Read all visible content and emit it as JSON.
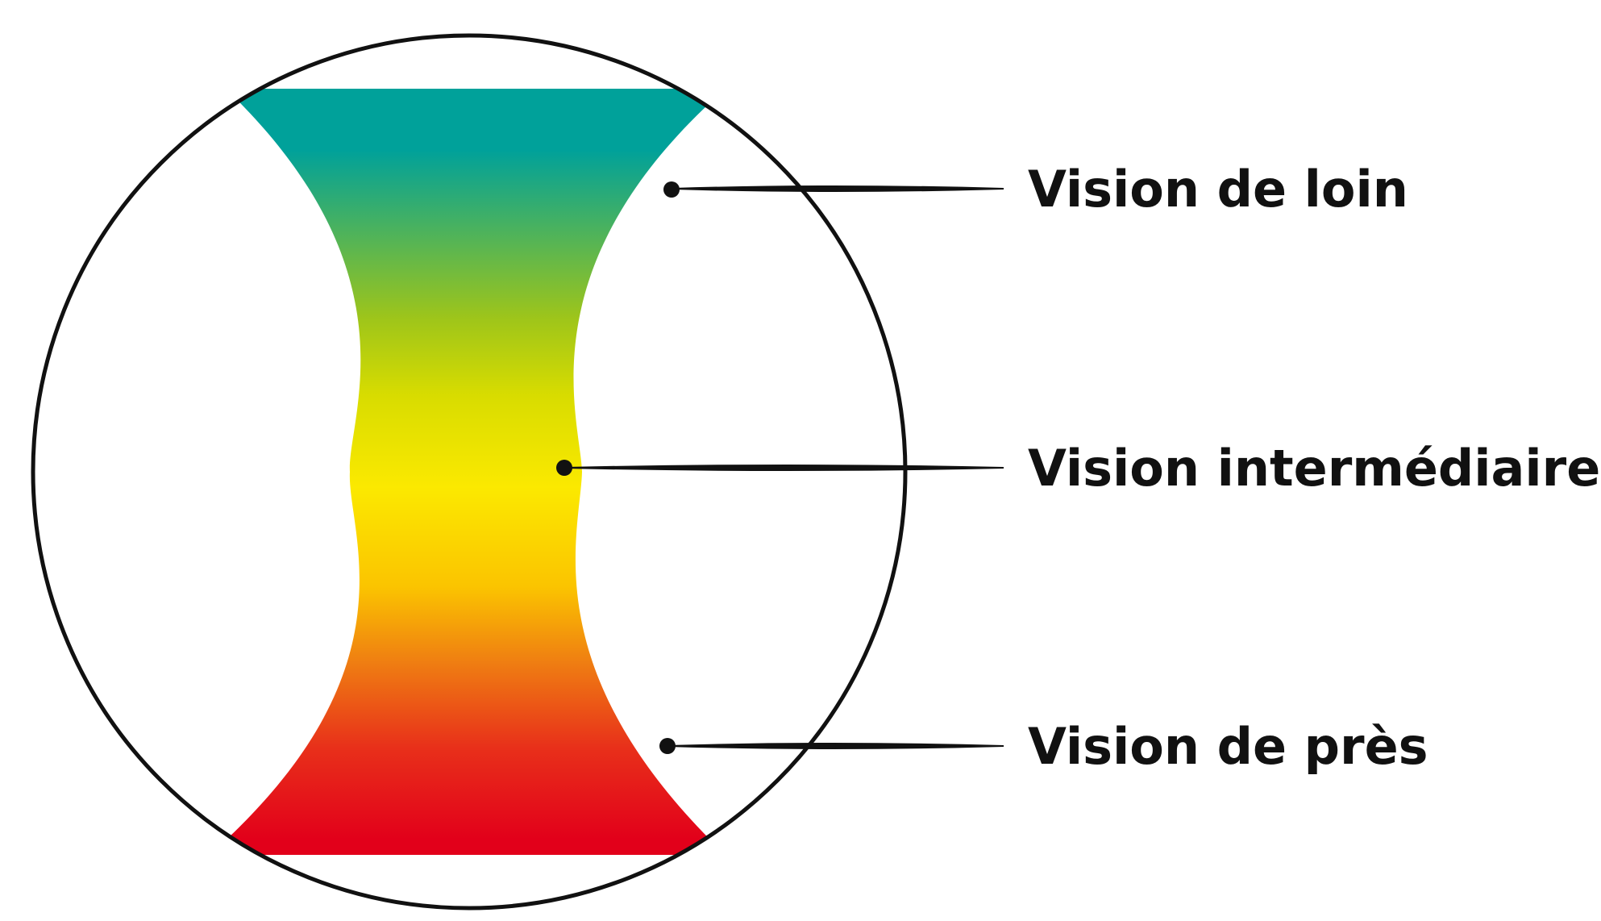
{
  "zones": [
    {
      "id": "far",
      "label": "Vision de loin"
    },
    {
      "id": "intermediate",
      "label": "Vision intermédiaire"
    },
    {
      "id": "near",
      "label": "Vision de près"
    }
  ],
  "colors": {
    "outline": "#111111",
    "label": "#111111",
    "gradient": [
      "#00a19a",
      "#9ec51a",
      "#d8dc00",
      "#fbe900",
      "#fbc400",
      "#ef7d12",
      "#e8301a",
      "#e2001a"
    ]
  }
}
